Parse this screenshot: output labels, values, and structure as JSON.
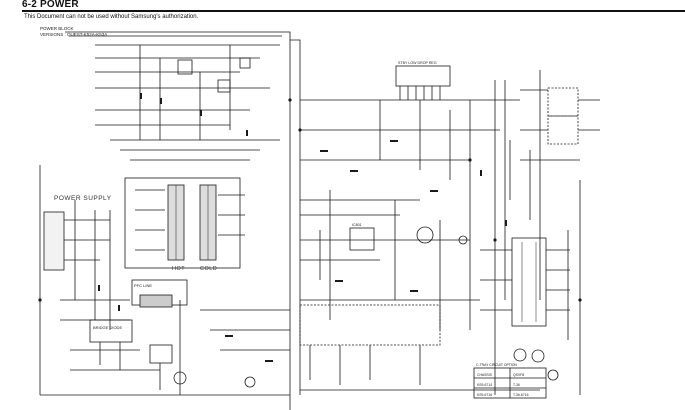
{
  "page": {
    "title": "6-2 POWER",
    "notice": "This Document can not be used without Samsung's authorization."
  },
  "diagram": {
    "block_label": "POWER BLOCK",
    "version_label": "VERSIONS : QUEST-K52A-K53A",
    "side_label": "POWER SUPPLY",
    "hot_label": "HOT",
    "cold_label": "COLD",
    "pfc_label": "PFC LINE",
    "bridge_label": "BRIDGE DIODE",
    "stby_label": "STBY LOW DROP REG",
    "ic_label": "IC801",
    "table": {
      "title": "C-TRAY CIRCUIT OPTION",
      "headers": [
        "CHASSIS",
        "QSVF8"
      ],
      "rows": [
        [
          "KS9-6714",
          "T-36"
        ],
        [
          "KS9-6716",
          "T-36-6716"
        ]
      ]
    }
  }
}
